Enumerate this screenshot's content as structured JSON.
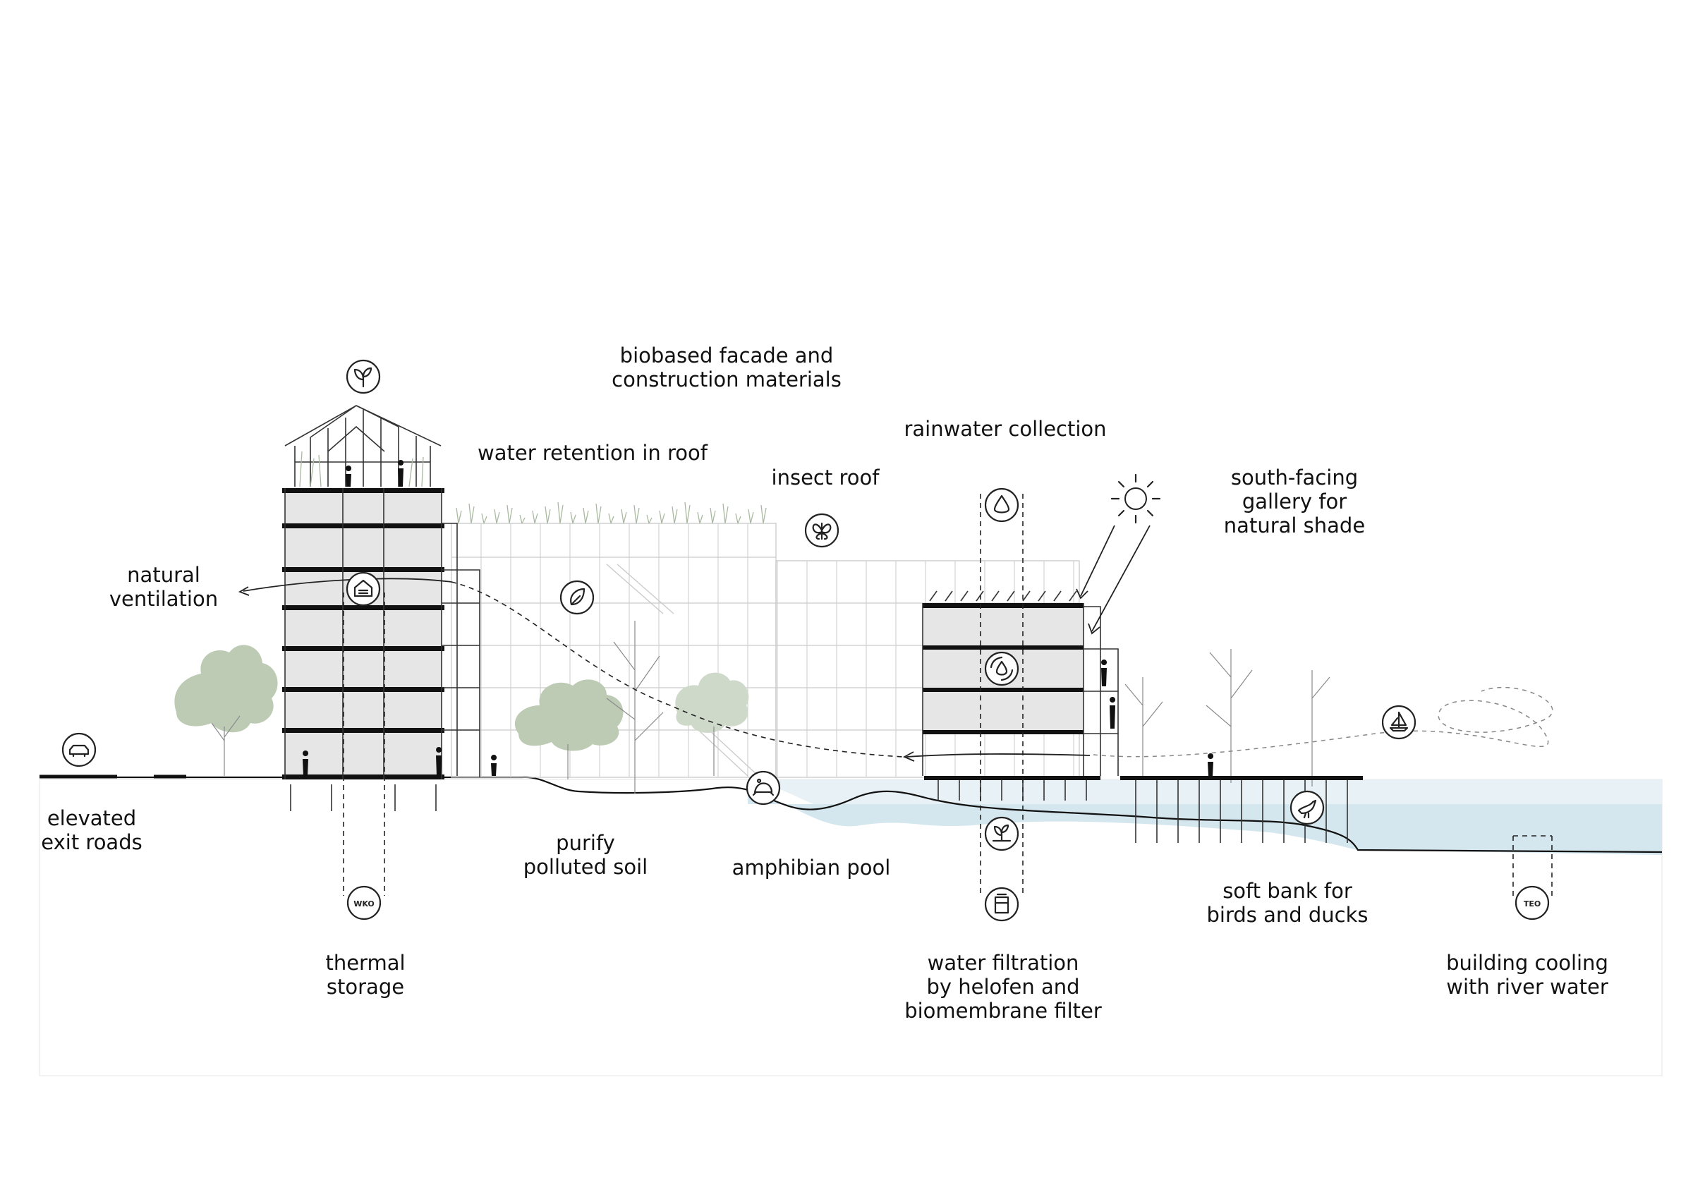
{
  "diagram": {
    "labels": {
      "biobased": [
        "biobased facade and",
        "construction materials"
      ],
      "rainwater": [
        "rainwater collection"
      ],
      "water_retention": [
        "water retention in roof"
      ],
      "insect_roof": [
        "insect roof"
      ],
      "south_facing": [
        "south-facing",
        "gallery for",
        "natural shade"
      ],
      "natural_ventilation": [
        "natural",
        "ventilation"
      ],
      "elevated_exit": [
        "elevated",
        "exit roads"
      ],
      "purify_soil": [
        "purify",
        "polluted soil"
      ],
      "amphibian_pool": [
        "amphibian pool"
      ],
      "soft_bank": [
        "soft bank for",
        "birds and ducks"
      ],
      "thermal_storage": [
        "thermal",
        "storage"
      ],
      "water_filtration": [
        "water filtration",
        "by helofen and",
        "biomembrane filter"
      ],
      "building_cooling": [
        "building cooling",
        "with river water"
      ]
    },
    "icon_texts": {
      "wko": "WKO",
      "teo": "TEO"
    },
    "icons": [
      "plant-icon",
      "house-ventilation-icon",
      "car-icon",
      "butterfly-icon",
      "leaf-icon",
      "water-drop-icon",
      "water-cycle-icon",
      "sun-icon",
      "sailboat-icon",
      "frog-icon",
      "bird-icon",
      "soil-plant-icon",
      "filter-tank-icon",
      "wko-icon",
      "teo-icon"
    ],
    "colors": {
      "line": "#111111",
      "water": "#d4e6ee",
      "water_light": "#e6f1f5",
      "vegetation": "#bdcbb5",
      "floor": "#e6e6e6"
    }
  }
}
